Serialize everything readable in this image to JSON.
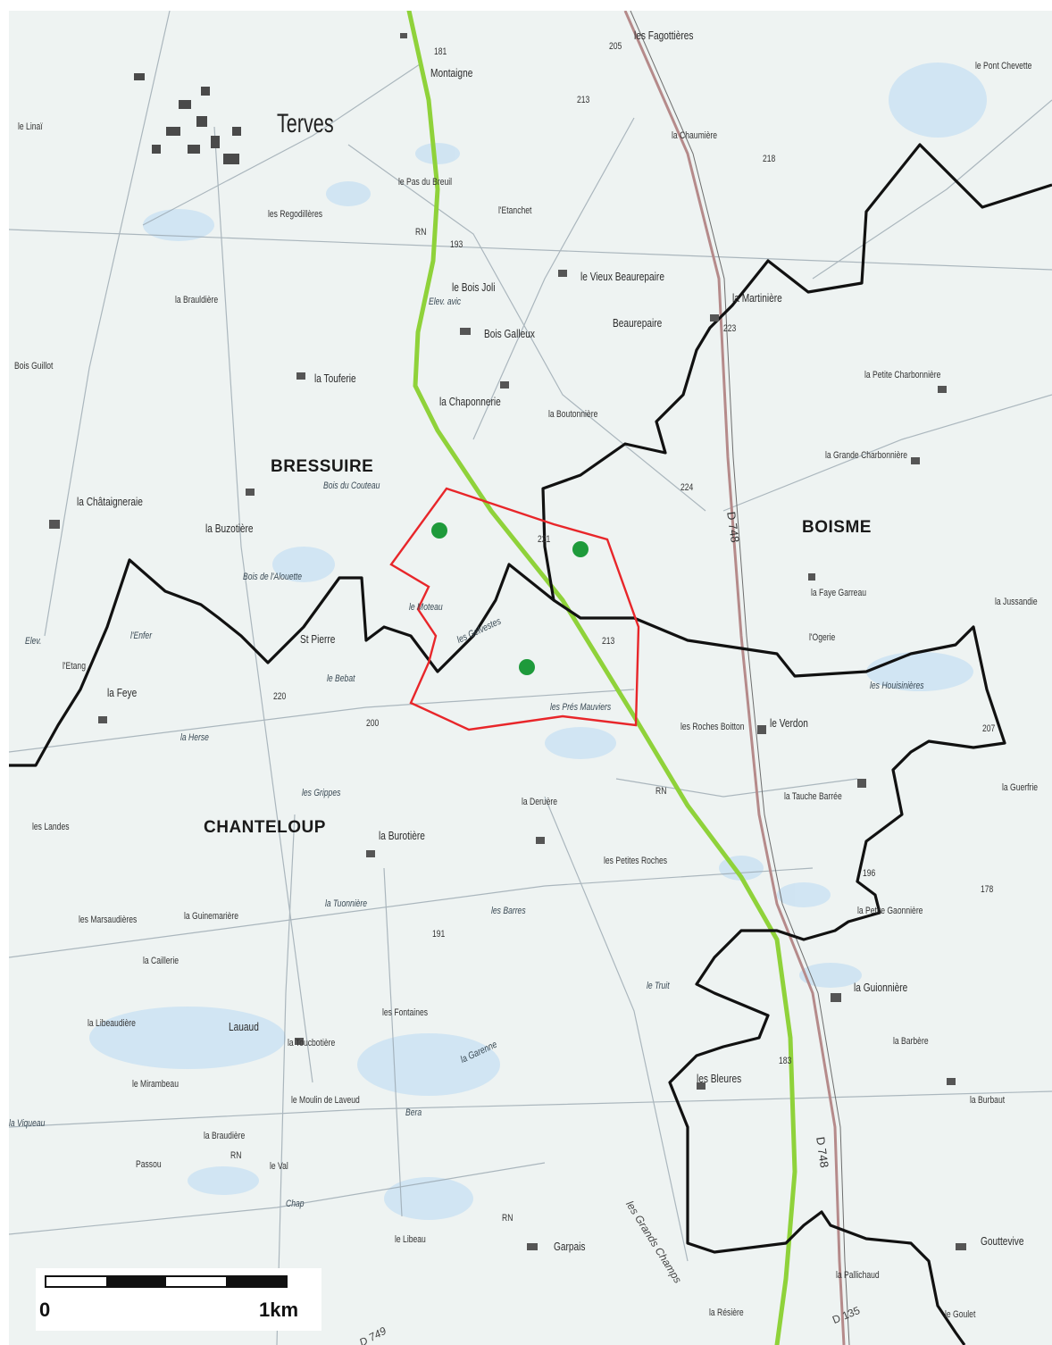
{
  "map": {
    "town": "Terves",
    "communes": [
      "BRESSUIRE",
      "BOISME",
      "CHANTELOUP"
    ],
    "roads": [
      "D 748",
      "D 748",
      "D 135",
      "D 749",
      "RN",
      "RN",
      "RN",
      "RN"
    ],
    "places": [
      "Montaigne",
      "les Fagottières",
      "le Pont Chevette",
      "la Chaumière",
      "le Pas du Breuil",
      "l'Etanchet",
      "les Regodillères",
      "le Linaï",
      "le Vieux Beaurepaire",
      "la Martinière",
      "Beaurepaire",
      "le Bois Joli",
      "Elev. avic",
      "Bois Galleux",
      "la Brauldière",
      "la Touferie",
      "la Chaponnerie",
      "la Boutonnière",
      "la Petite Charbonnière",
      "la Grande Charbonnière",
      "la Châtaigneraie",
      "la Buzotière",
      "Bois du Couteau",
      "Bois de l'Alouette",
      "St Pierre",
      "le Bebat",
      "la Feye",
      "la Herse",
      "les Gelvestes",
      "le Moteau",
      "les Prés Mauviers",
      "l'Ogerie",
      "la Faye Garreau",
      "les Houisinières",
      "les Roches Boitton",
      "le Verdon",
      "la Tauche Barrée",
      "la Guerfrie",
      "la Deruère",
      "les Grippes",
      "les Landes",
      "la Burotière",
      "les Petites Roches",
      "les Barres",
      "la Petite Gaonnière",
      "les Marsaudières",
      "la Guinemarière",
      "la Tuonnière",
      "la Caillerie",
      "le Truit",
      "la Guionnière",
      "la Libeaudière",
      "Lauaud",
      "les Fontaines",
      "la Toucbotière",
      "la Barbère",
      "la Garenne",
      "le Mirambeau",
      "le Moulin de Laveud",
      "les Bleures",
      "la Burbaut",
      "la Viqueau",
      "la Braudière",
      "le Val",
      "Passou",
      "Bera",
      "Chap",
      "le Libeau",
      "Garpais",
      "les Grands Champs",
      "Gouttevive",
      "la Pallichaud",
      "la Résière",
      "le Goulet",
      "la Jussandie",
      "l'Enfer",
      "Elev.",
      "l'Etang",
      "Bois Guillot"
    ],
    "elevations": [
      "181",
      "213",
      "205",
      "221",
      "220",
      "193",
      "200",
      "224",
      "223",
      "213",
      "218",
      "207",
      "196",
      "191",
      "183",
      "178"
    ],
    "colors": {
      "water": "#cfe4f2",
      "commune_boundary": "#111111",
      "site_outline": "#e8262a",
      "railway": "#8fd23a",
      "turbine": "#1e9a3b",
      "road_main": "#b58a8a"
    },
    "turbines": 3
  },
  "scale": {
    "start_label": "0",
    "end_label": "1km"
  }
}
